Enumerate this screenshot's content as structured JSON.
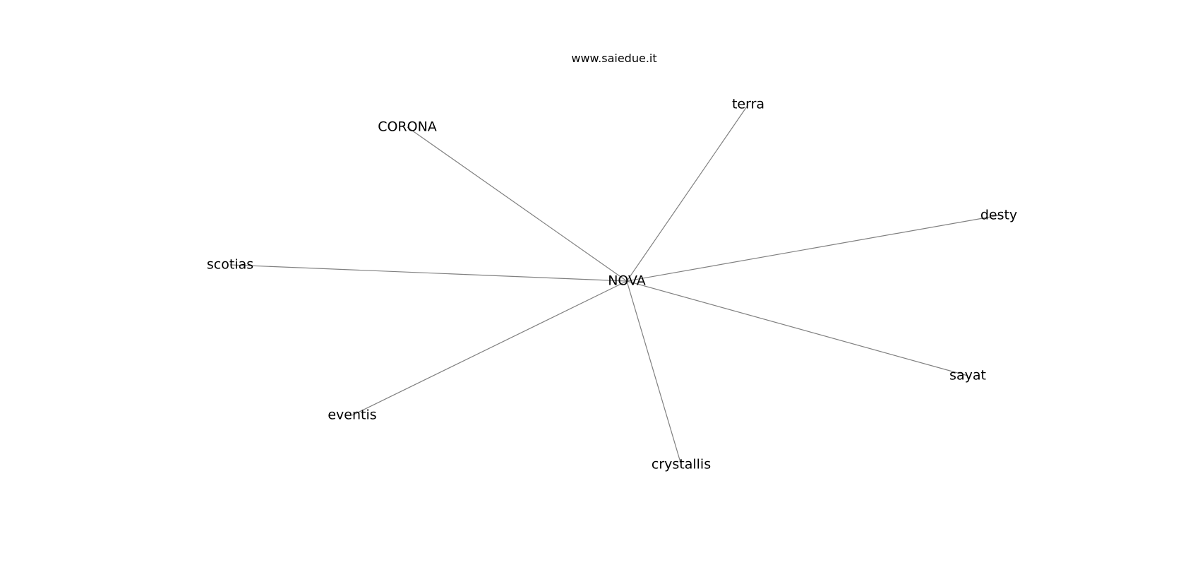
{
  "site": {
    "title": "www.saiedue.it"
  },
  "graph": {
    "edge_color": "#808080",
    "label_color": "#000000",
    "hub": "NOVA",
    "nodes": [
      {
        "id": "nova",
        "label": "NOVA"
      },
      {
        "id": "terra",
        "label": "terra"
      },
      {
        "id": "corona",
        "label": "CORONA"
      },
      {
        "id": "desty",
        "label": "desty"
      },
      {
        "id": "scotias",
        "label": "scotias"
      },
      {
        "id": "sayat",
        "label": "sayat"
      },
      {
        "id": "eventis",
        "label": "eventis"
      },
      {
        "id": "crystallis",
        "label": "crystallis"
      }
    ],
    "edges": [
      {
        "from": "nova",
        "to": "terra"
      },
      {
        "from": "nova",
        "to": "corona"
      },
      {
        "from": "nova",
        "to": "desty"
      },
      {
        "from": "nova",
        "to": "scotias"
      },
      {
        "from": "nova",
        "to": "sayat"
      },
      {
        "from": "nova",
        "to": "eventis"
      },
      {
        "from": "nova",
        "to": "crystallis"
      }
    ]
  }
}
